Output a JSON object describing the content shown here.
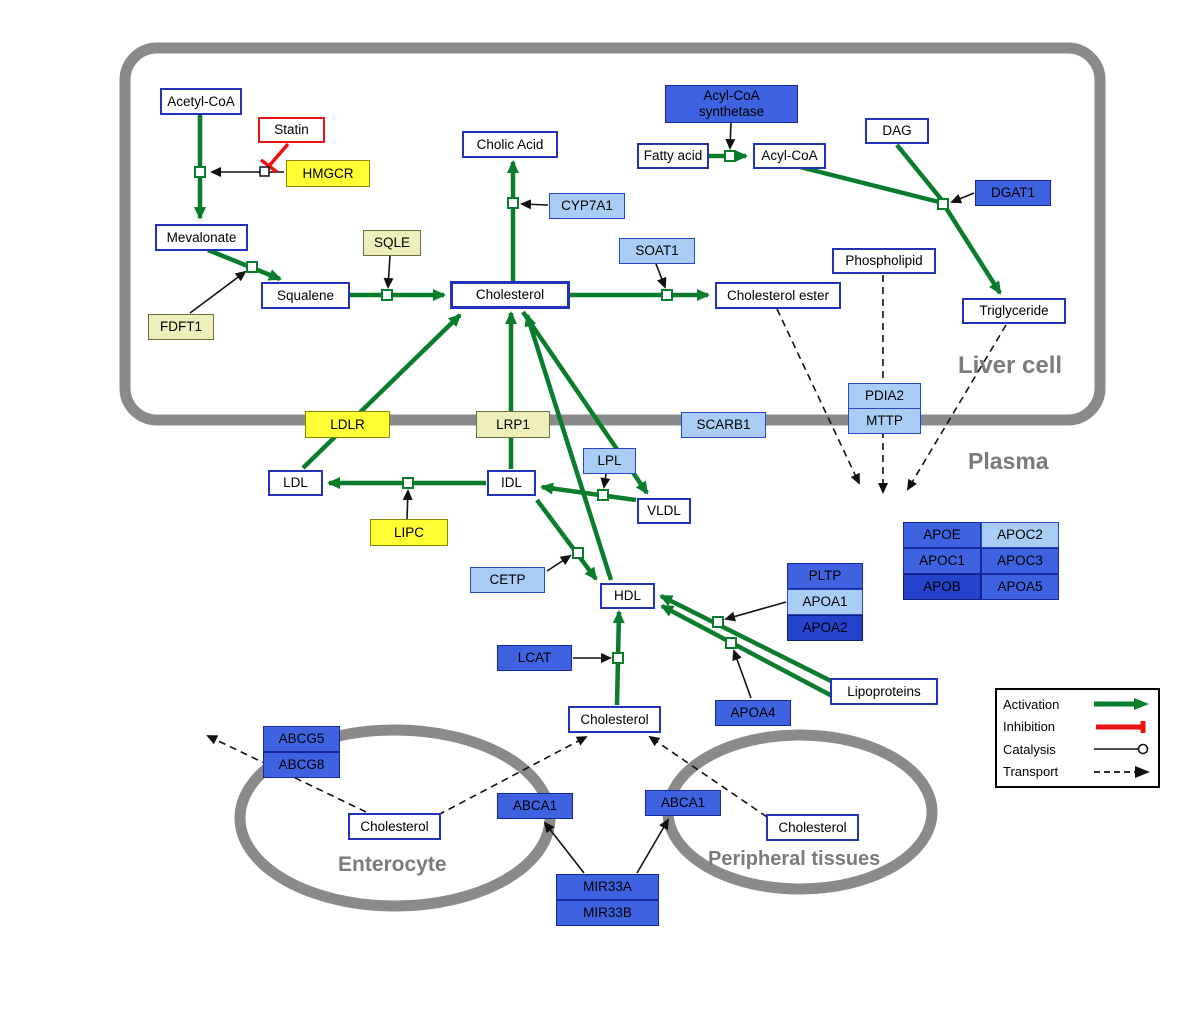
{
  "compartments": {
    "liver": {
      "label": "Liver cell"
    },
    "plasma": {
      "label": "Plasma"
    },
    "enterocyte": {
      "label": "Enterocyte"
    },
    "peripheral": {
      "label": "Peripheral tissues"
    }
  },
  "nodes": {
    "acetyl_coa": {
      "label": "Acetyl-CoA",
      "type": "metabolite"
    },
    "statin": {
      "label": "Statin",
      "type": "drug"
    },
    "hmgcr": {
      "label": "HMGCR",
      "type": "gene"
    },
    "mevalonate": {
      "label": "Mevalonate",
      "type": "metabolite"
    },
    "sqle": {
      "label": "SQLE",
      "type": "gene"
    },
    "fdft1": {
      "label": "FDFT1",
      "type": "gene"
    },
    "squalene": {
      "label": "Squalene",
      "type": "metabolite"
    },
    "cholesterol_liver": {
      "label": "Cholesterol",
      "type": "metabolite"
    },
    "cholic_acid": {
      "label": "Cholic Acid",
      "type": "metabolite"
    },
    "cyp7a1": {
      "label": "CYP7A1",
      "type": "gene"
    },
    "soat1": {
      "label": "SOAT1",
      "type": "gene"
    },
    "cholesterol_ester": {
      "label": "Cholesterol ester",
      "type": "metabolite"
    },
    "acyl_coa_synthetase": {
      "label": "Acyl-CoA synthetase",
      "type": "gene"
    },
    "fatty_acid": {
      "label": "Fatty acid",
      "type": "metabolite"
    },
    "acyl_coa2": {
      "label": "Acyl-CoA",
      "type": "metabolite"
    },
    "dag": {
      "label": "DAG",
      "type": "metabolite"
    },
    "dgat1": {
      "label": "DGAT1",
      "type": "gene"
    },
    "phospholipid": {
      "label": "Phospholipid",
      "type": "metabolite"
    },
    "triglyceride": {
      "label": "Triglyceride",
      "type": "metabolite"
    },
    "pdia2": {
      "label": "PDIA2",
      "type": "gene"
    },
    "mttp": {
      "label": "MTTP",
      "type": "gene"
    },
    "ldlr": {
      "label": "LDLR",
      "type": "gene"
    },
    "lrp1": {
      "label": "LRP1",
      "type": "gene"
    },
    "scarb1": {
      "label": "SCARB1",
      "type": "gene"
    },
    "ldl": {
      "label": "LDL",
      "type": "metabolite"
    },
    "idl": {
      "label": "IDL",
      "type": "metabolite"
    },
    "lpl": {
      "label": "LPL",
      "type": "gene"
    },
    "vldl": {
      "label": "VLDL",
      "type": "metabolite"
    },
    "lipc": {
      "label": "LIPC",
      "type": "gene"
    },
    "cetp": {
      "label": "CETP",
      "type": "gene"
    },
    "hdl": {
      "label": "HDL",
      "type": "metabolite"
    },
    "lcat": {
      "label": "LCAT",
      "type": "gene"
    },
    "pltp": {
      "label": "PLTP",
      "type": "gene"
    },
    "apoa1": {
      "label": "APOA1",
      "type": "gene"
    },
    "apoa2": {
      "label": "APOA2",
      "type": "gene"
    },
    "apoa4": {
      "label": "APOA4",
      "type": "gene"
    },
    "lipoproteins": {
      "label": "Lipoproteins",
      "type": "metabolite"
    },
    "apoe": {
      "label": "APOE",
      "type": "gene"
    },
    "apoc2": {
      "label": "APOC2",
      "type": "gene"
    },
    "apoc1": {
      "label": "APOC1",
      "type": "gene"
    },
    "apoc3": {
      "label": "APOC3",
      "type": "gene"
    },
    "apob": {
      "label": "APOB",
      "type": "gene"
    },
    "apoa5": {
      "label": "APOA5",
      "type": "gene"
    },
    "cholesterol_plasma": {
      "label": "Cholesterol",
      "type": "metabolite"
    },
    "abcg5": {
      "label": "ABCG5",
      "type": "gene"
    },
    "abcg8": {
      "label": "ABCG8",
      "type": "gene"
    },
    "cholesterol_enterocyte": {
      "label": "Cholesterol",
      "type": "metabolite"
    },
    "abca1_enterocyte": {
      "label": "ABCA1",
      "type": "gene"
    },
    "abca1_peripheral": {
      "label": "ABCA1",
      "type": "gene"
    },
    "cholesterol_peripheral": {
      "label": "Cholesterol",
      "type": "metabolite"
    },
    "mir33a": {
      "label": "MIR33A",
      "type": "gene"
    },
    "mir33b": {
      "label": "MIR33B",
      "type": "gene"
    }
  },
  "legend": {
    "activation": "Activation",
    "inhibition": "Inhibition",
    "catalysis": "Catalysis",
    "transport": "Transport"
  },
  "colors": {
    "activation": "#0a7d2c",
    "inhibition": "#ee1111",
    "membrane": "#8a8a8a",
    "metabolite_border": "#2233bb",
    "gene_blue": "#3f62e0",
    "gene_lightblue": "#a9cdf4",
    "gene_darkblue": "#2442cc",
    "gene_yellow": "#ffff33",
    "gene_cream": "#eeeebb"
  }
}
